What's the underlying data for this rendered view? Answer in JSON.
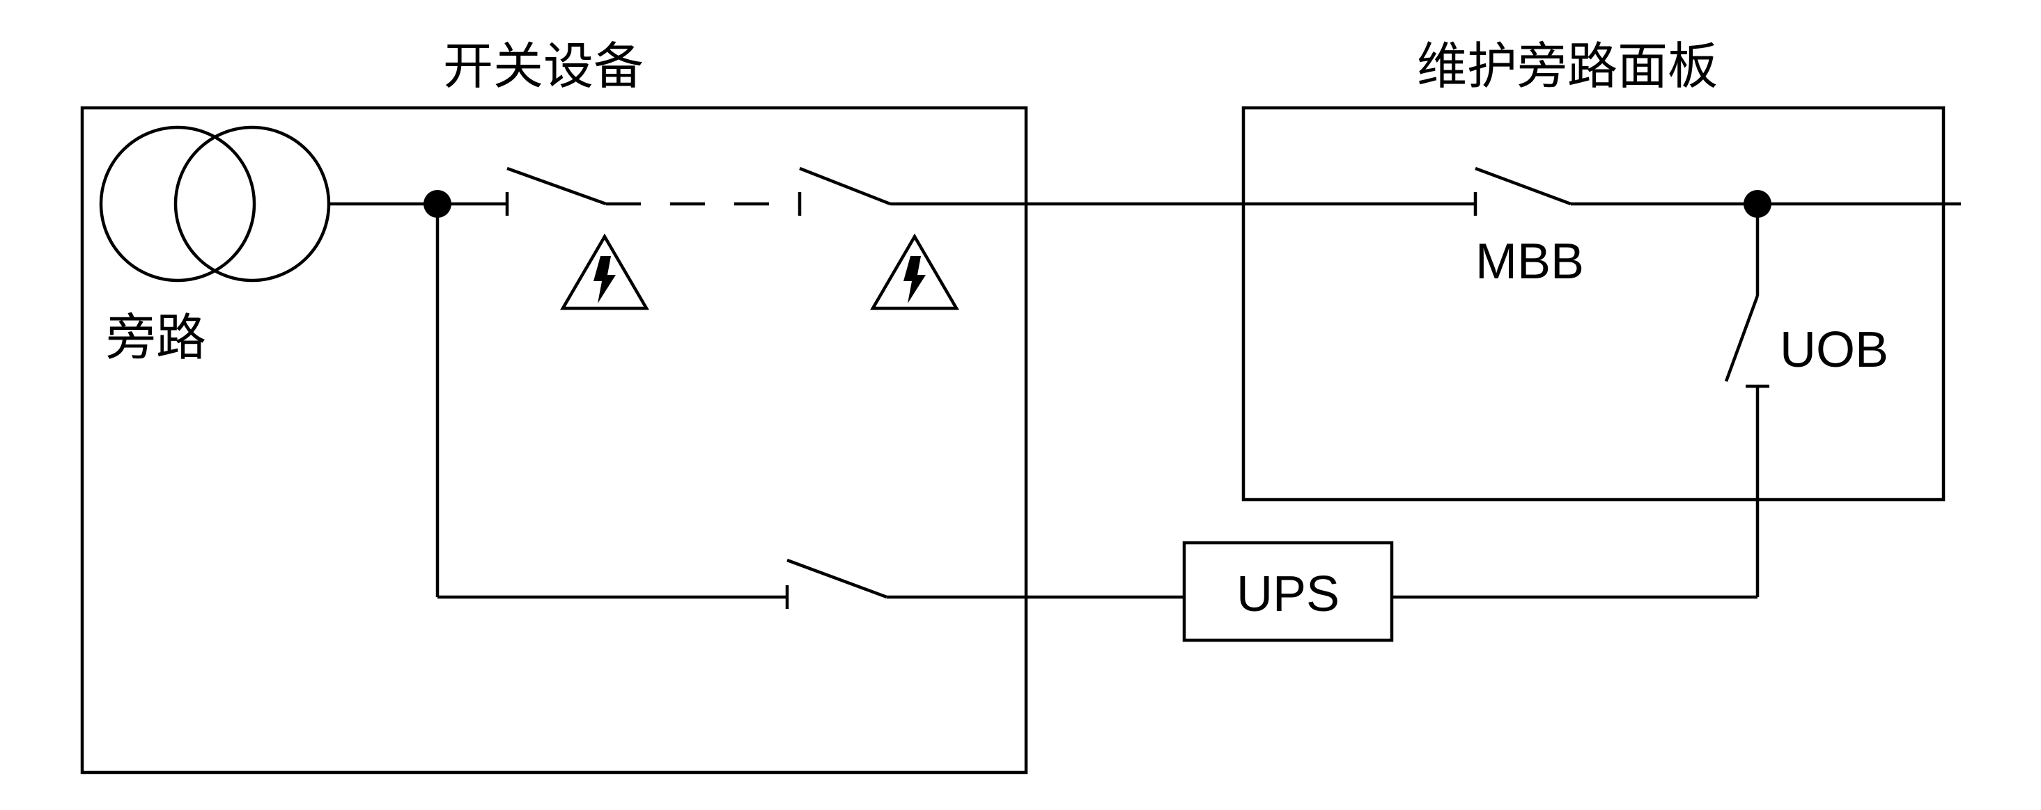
{
  "diagram": {
    "switchgear_title": "开关设备",
    "maintenance_panel_title": "维护旁路面板",
    "bypass_label": "旁路",
    "mbb_label": "MBB",
    "uob_label": "UOB",
    "ups_label": "UPS",
    "icons": [
      "transformer-icon",
      "warning-high-voltage-icon"
    ],
    "colors": {
      "line": "#000000",
      "background": "#ffffff"
    }
  }
}
